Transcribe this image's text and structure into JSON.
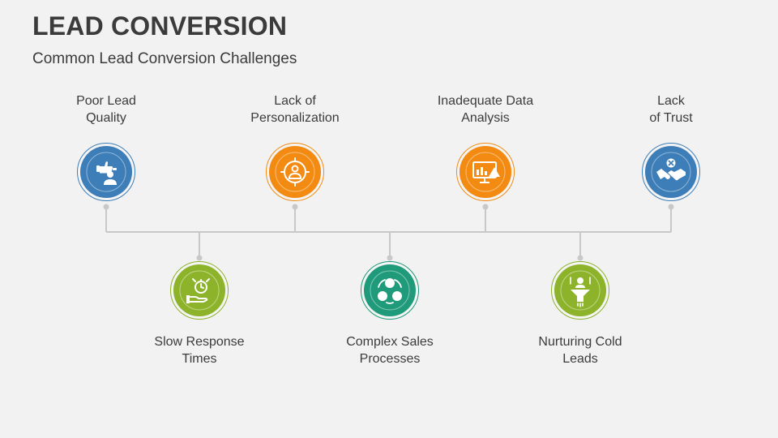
{
  "header": {
    "title": "LEAD CONVERSION",
    "subtitle": "Common Lead Conversion Challenges"
  },
  "items": [
    {
      "label": "Poor Lead\nQuality",
      "color": "#3d7db8",
      "icon": "thumbs-up-person-icon"
    },
    {
      "label": "Slow Response\nTimes",
      "color": "#8db32b",
      "icon": "hand-stopwatch-icon"
    },
    {
      "label": "Lack of\nPersonalization",
      "color": "#f38b12",
      "icon": "target-person-icon"
    },
    {
      "label": "Complex Sales\nProcesses",
      "color": "#1f9a7a",
      "icon": "dollar-cycle-icon"
    },
    {
      "label": "Inadequate Data\nAnalysis",
      "color": "#f38b12",
      "icon": "monitor-warning-icon"
    },
    {
      "label": "Nurturing Cold\nLeads",
      "color": "#8db32b",
      "icon": "funnel-person-icon"
    },
    {
      "label": "Lack\nof Trust",
      "color": "#3d7db8",
      "icon": "handshake-cancel-icon"
    }
  ]
}
